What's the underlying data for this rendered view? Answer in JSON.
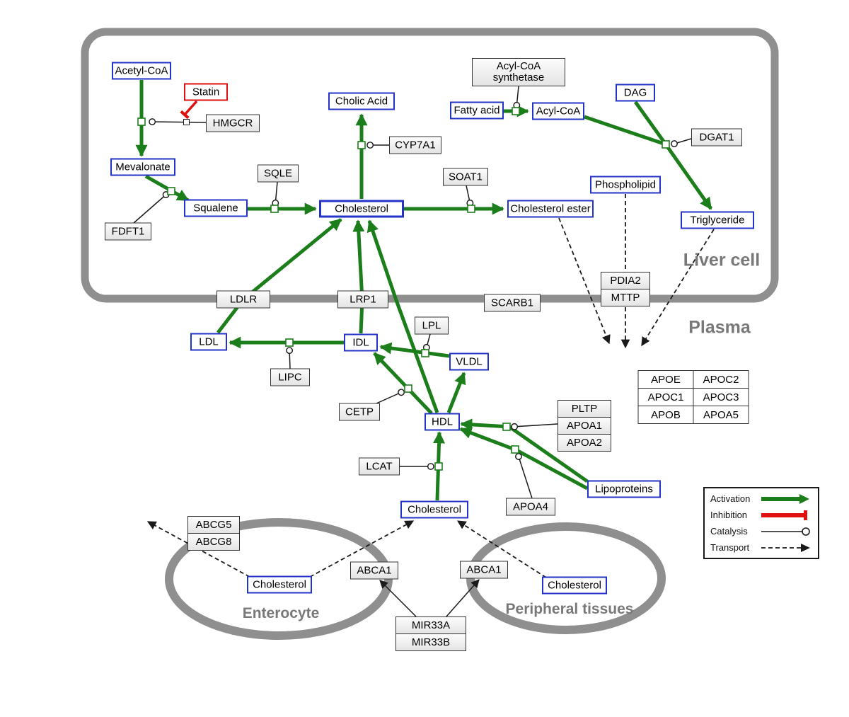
{
  "compartments": {
    "liver_cell": "Liver cell",
    "plasma": "Plasma",
    "enterocyte": "Enterocyte",
    "peripheral_tissues": "Peripheral tissues"
  },
  "metabolites": {
    "acetyl_coa": "Acetyl-CoA",
    "mevalonate": "Mevalonate",
    "squalene": "Squalene",
    "cholic_acid": "Cholic Acid",
    "cholesterol_liver": "Cholesterol",
    "cholesterol_ester": "Cholesterol ester",
    "fatty_acid": "Fatty acid",
    "acyl_coa": "Acyl-CoA",
    "dag": "DAG",
    "phospholipid": "Phospholipid",
    "triglyceride": "Triglyceride",
    "ldl": "LDL",
    "idl": "IDL",
    "vldl": "VLDL",
    "hdl": "HDL",
    "lipoproteins": "Lipoproteins",
    "cholesterol_plasma": "Cholesterol",
    "cholesterol_enterocyte": "Cholesterol",
    "cholesterol_peripheral": "Cholesterol"
  },
  "proteins": {
    "statin": "Statin",
    "hmgcr": "HMGCR",
    "fdft1": "FDFT1",
    "sqle": "SQLE",
    "cyp7a1": "CYP7A1",
    "soat1": "SOAT1",
    "acyl_coa_synthetase": "Acyl-CoA synthetase",
    "dgat1": "DGAT1",
    "ldlr": "LDLR",
    "lrp1": "LRP1",
    "scarb1": "SCARB1",
    "pdia2": "PDIA2",
    "mttp": "MTTP",
    "lpl": "LPL",
    "lipc": "LIPC",
    "cetp": "CETP",
    "lcat": "LCAT",
    "pltp": "PLTP",
    "apoa1": "APOA1",
    "apoa2": "APOA2",
    "apoa4": "APOA4",
    "abcg5": "ABCG5",
    "abcg8": "ABCG8",
    "abca1_enterocyte": "ABCA1",
    "abca1_peripheral": "ABCA1",
    "mir33a": "MIR33A",
    "mir33b": "MIR33B"
  },
  "apo_table": {
    "rows": [
      [
        "APOE",
        "APOC2"
      ],
      [
        "APOC1",
        "APOC3"
      ],
      [
        "APOB",
        "APOA5"
      ]
    ]
  },
  "legend": {
    "activation": "Activation",
    "inhibition": "Inhibition",
    "catalysis": "Catalysis",
    "transport": "Transport"
  },
  "colors": {
    "activation_green": "#1b7e1b",
    "inhibition_red": "#e01010",
    "metabolite_border_blue": "#2433c8",
    "membrane_gray": "#8f8f8f"
  }
}
